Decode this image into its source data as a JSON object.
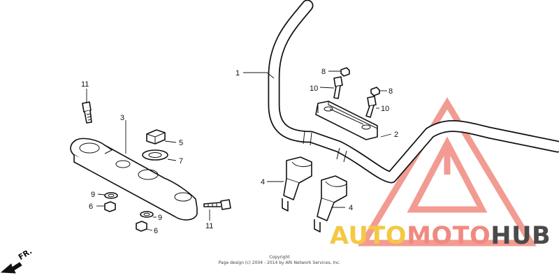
{
  "diagram": {
    "callouts": {
      "c1": "1",
      "c2": "2",
      "c3": "3",
      "c4a": "4",
      "c4b": "4",
      "c5": "5",
      "c6a": "6",
      "c6b": "6",
      "c7": "7",
      "c8a": "8",
      "c8b": "8",
      "c9a": "9",
      "c9b": "9",
      "c10a": "10",
      "c10b": "10",
      "c11a": "11",
      "c11b": "11"
    },
    "direction_label": "FR.",
    "copyright_line1": "Copyright",
    "copyright_line2": "Page design (c) 2004 - 2014 by ARI Network Services, Inc."
  },
  "watermark": {
    "part1": "AUTO",
    "part2": "MOTO",
    "part3": "HUB",
    "colors": {
      "yellow": "#f4c842",
      "salmon": "#f08a80",
      "gray": "#4a4a4a"
    }
  }
}
